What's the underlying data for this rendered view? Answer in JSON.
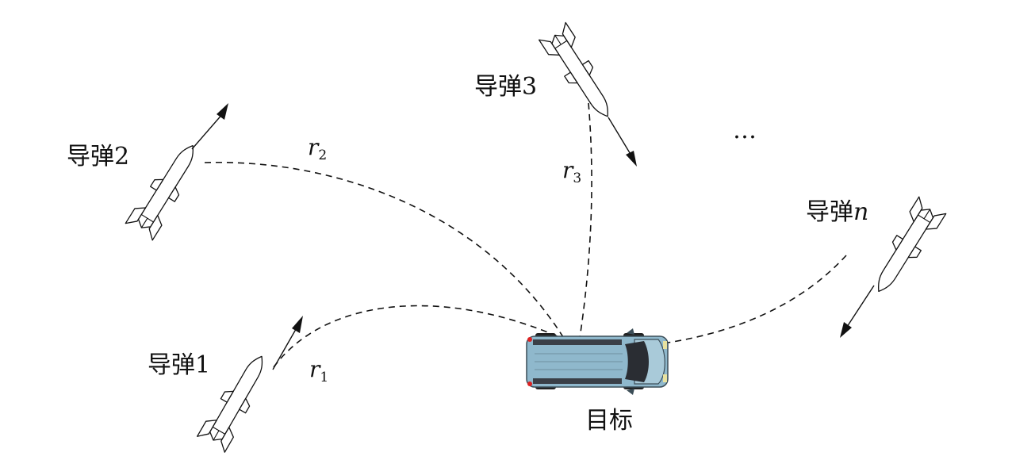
{
  "missiles": [
    {
      "label_cn": "导弹",
      "label_num": "1",
      "range_sym": "r",
      "range_sub": "1"
    },
    {
      "label_cn": "导弹",
      "label_num": "2",
      "range_sym": "r",
      "range_sub": "2"
    },
    {
      "label_cn": "导弹",
      "label_num": "3",
      "range_sym": "r",
      "range_sub": "3"
    },
    {
      "label_cn": "导弹",
      "label_num": "n",
      "range_sym": "",
      "range_sub": ""
    }
  ],
  "ellipsis": "…",
  "target": {
    "label": "目标",
    "roof_color": "#8fb8cc",
    "glass_color": "#2a2d33",
    "tire_color": "#222222"
  }
}
